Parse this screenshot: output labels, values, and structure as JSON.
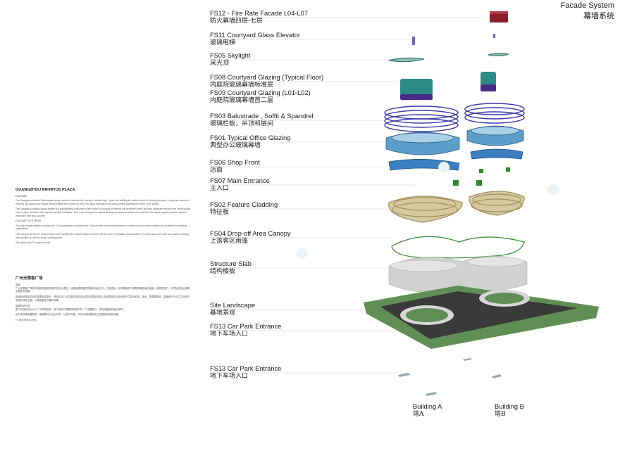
{
  "header": {
    "title_en": "Facade System",
    "title_cn": "幕墙系统"
  },
  "left_en": {
    "heading": "GUANGZHOU INFINITUS PLAZA",
    "sub1": "FACADE",
    "p1": "The Guangzhou Infinitus Plaza façade system seeks to reinforce the concept of infinite rings . Apart from fulfilling the basic function of building enclosure, it presents a series of surfaces that stretch and expand across multiple floor levels. As such, it is highly expressive and vital to central architectural theme of the project.",
    "p2": "The Guangzhou Infinitus façade system is a sophisticated component of the project. Its choices of material and geometry control will have significant impact to the overall quality of the project, as well as the corporate identity of Infinitus . As a result, it requires a careful development process between the architect, the façade engineer, and the client to ensure the best final outcome.",
    "sub2": "FACADE SYSTEMS",
    "p3": "The entire façade system is divided into 10 subcategories of components. Each of these components represent a major part of the entire makeup and constitute the drawing organisation.",
    "p4": "This category list is to be shared between the architect, the façade engineer, and the client in order to facilitate communication. The list is also to be used as a basis of drawing development up until the tender drawing phase.",
    "p5": "See right for the FS component list."
  },
  "left_cn": {
    "heading": "广州无限极广场",
    "sub1": "幕墙",
    "p1": "广州无限极广场的外墙系统强调无限环的设计理念。除满足建筑围护的基本功能之外，它呈现出一系列跨越多个楼层伸展延续的曲面，极具表现力，对项目的核心建筑主题至关重要。",
    "p2": "幕墙系统是本项目的重要组成部分，其材料与几何控制的选择将对项目的整体品质以及无限极的企业形象产生重大影响。因此，需要建筑师、幕墙顾问与业主之间进行审慎的深化过程，以确保最佳的最终效果。",
    "sub2": "幕墙系统分类",
    "p3": "整个外墙系统分为十个子类别组件，每个组件代表整体构成中的一个主要部分，并构成图纸的组织架构。",
    "p4": "该分类清单由建筑师、幕墙顾问与业主共享，以便于沟通，并作为招标图阶段之前图纸深化的依据。",
    "p5": "FS 组件清单见右侧。"
  },
  "labels": [
    {
      "en": "FS12 - Fire Rate Facade L04-L07",
      "cn": "防火幕墙四层-七层"
    },
    {
      "en": "FS11 Courtyard Glass Elevator",
      "cn": "玻璃电梯"
    },
    {
      "en": "FS05 Skylight",
      "cn": "采光顶"
    },
    {
      "en": "FS08 Courtyard Glazing (Typical Floor)",
      "cn": "内庭院玻璃幕墙标准层"
    },
    {
      "en": "FS09 Courtyard Glazing (L01-L02)",
      "cn": "内庭院玻璃幕墙首二层"
    },
    {
      "en": "FS03 Balustrade , Soffit & Spandrel",
      "cn": "玻璃栏板，吊顶和层间"
    },
    {
      "en": "FS01 Typical Office Glazing",
      "cn": "典型办公玻璃幕墙"
    },
    {
      "en": "FS06 Shop Front",
      "cn": "店面"
    },
    {
      "en": "FS07 Main Entrance",
      "cn": "主入口"
    },
    {
      "en": "FS02  Feature Cladding",
      "cn": "特征板"
    },
    {
      "en": "FS04 Drop-off Area Canopy",
      "cn": "上落客区雨篷"
    },
    {
      "en": "Structure Slab",
      "cn": "结构楼板"
    },
    {
      "en": "Site Landscape",
      "cn": "基地景观"
    },
    {
      "en": "FS13 Car Park Entrance",
      "cn": "地下车场入口"
    },
    {
      "en": "FS13  Car Park Entrance",
      "cn": "地下车场入口"
    }
  ],
  "buildings": {
    "a": {
      "en": "Building A",
      "cn": "塔A"
    },
    "b": {
      "en": "Building B",
      "cn": "塔B"
    }
  },
  "colors": {
    "fire_facade": "#8b1f2a",
    "courtyard_glazing": "#2c8c85",
    "courtyard_base": "#4a2a8a",
    "balustrade": "#3a3aa8",
    "office_glazing": "#5b9ec9",
    "shop_front": "#3b7fc0",
    "feature_cladding": "#b8a67a",
    "canopy": "#2e8b2e",
    "slab": "#b5b5b5",
    "landscape": "#5f8f55"
  }
}
